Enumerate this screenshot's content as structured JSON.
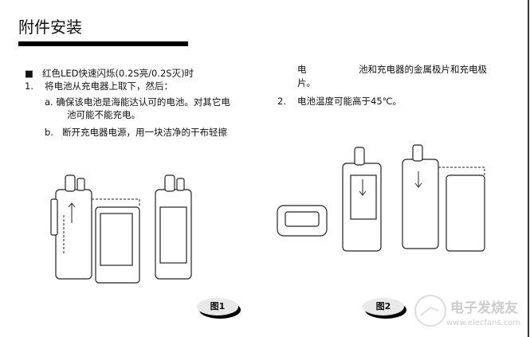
{
  "page": {
    "title": "附件安装"
  },
  "left": {
    "bullet_heading": "红色LED快速闪烁(0.2S亮/0.2S灭)时",
    "item1_num": "1.",
    "item1_text": "将电池从充电器上取下，然后：",
    "item1a_line1": "a. 确保该电池是海能达认可的电池。对其它电",
    "item1a_line2": "池可能不能充电。",
    "item1b_label": "b.",
    "item1b_text": "断开充电器电源，用一块洁净的干布轻擦"
  },
  "right": {
    "cont_line1_a": "电",
    "cont_line1_b": "池和充电器的金属极片和充电极",
    "cont_line2": "片。",
    "item2_num": "2.",
    "item2_text": "电池温度可能高于45℃。"
  },
  "figures": {
    "fig1_label": "图1",
    "fig2_label": "图2"
  },
  "watermark": {
    "brand": "电子发烧友",
    "url": "www.elecfans.com"
  }
}
